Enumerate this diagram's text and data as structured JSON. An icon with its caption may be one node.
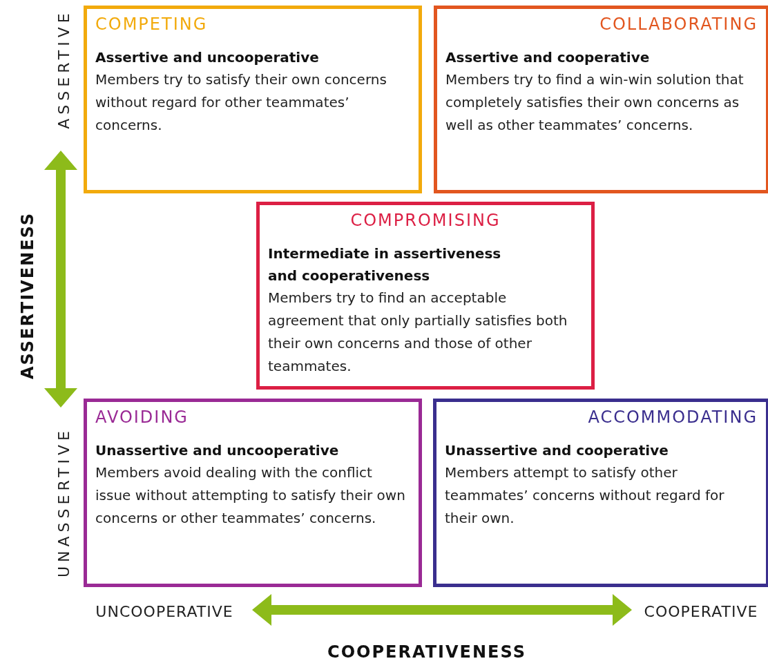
{
  "diagram": {
    "nodes": [
      {
        "text": [
          "COMPETING",
          "Assertive and uncooperative",
          "Members try to satisfy their own concerns without regard for other teammates’ concerns."
        ]
      },
      {
        "text": [
          "COLLABORATING",
          "Assertive and cooperative",
          "Members try to find a win-win solution that completely satisfies their own concerns as well as other teammates’ concerns."
        ]
      },
      {
        "text": [
          "COMPROMISING",
          "Intermediate in assertiveness and cooperativeness",
          "Members try to find an acceptable agreement that only partially satisfies both their own concerns and those of other teammates."
        ]
      },
      {
        "text": [
          "AVOIDING",
          "Unassertive and uncooperative",
          "Members avoid dealing with the conflict issue without attempting to satisfy their own concerns or other teammates’ concerns."
        ]
      },
      {
        "text": [
          "ACCOMMODATING",
          "Unassertive and cooperative",
          "Members attempt to satisfy other teammates’ concerns without regard for their own."
        ]
      }
    ],
    "edges": [],
    "labels": [
      "ASSERTIVE",
      "ASSERTIVENESS",
      "UNASSERTIVE",
      "UNCOOPERATIVE",
      "COOPERATIVE",
      "COOPERATIVENESS"
    ]
  }
}
